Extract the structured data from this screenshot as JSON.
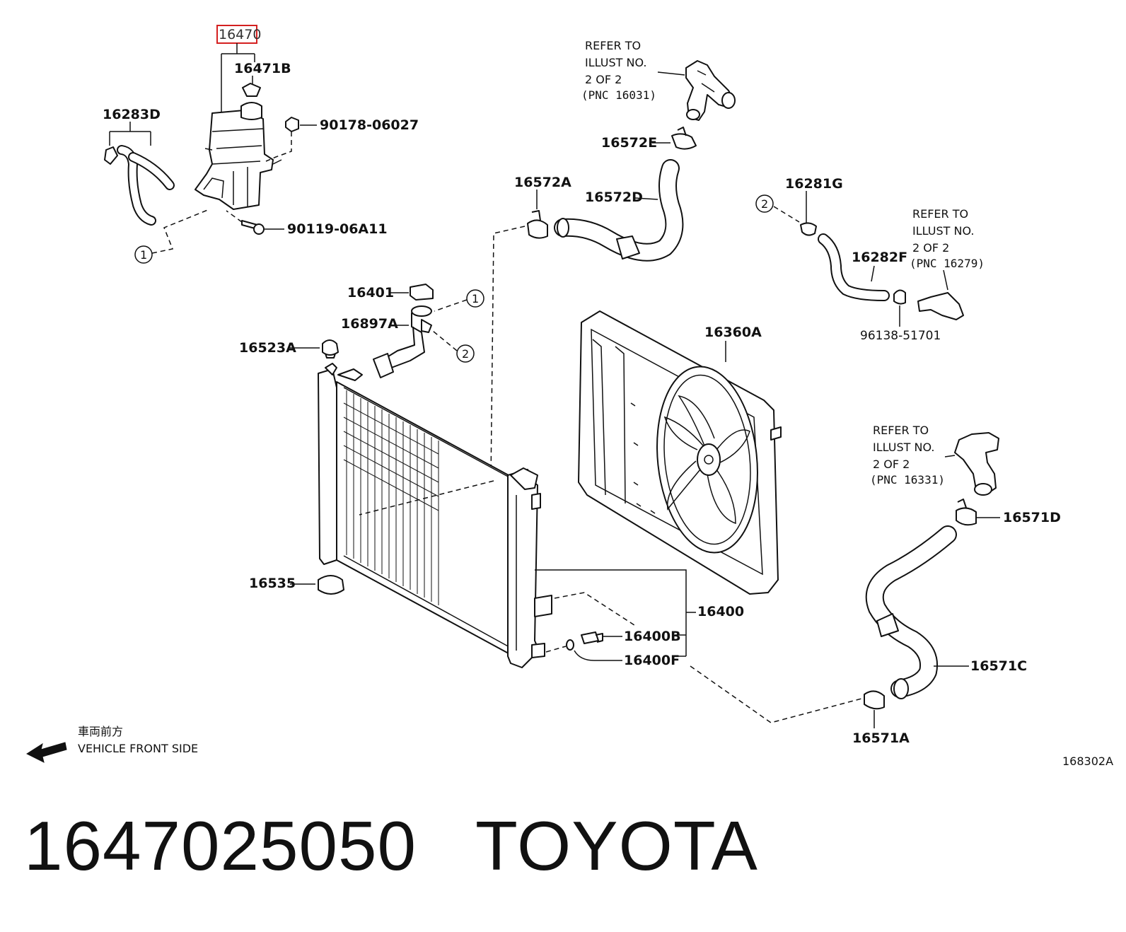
{
  "highlight_color": "#d42020",
  "parts": {
    "p16470": "16470",
    "p16471B": "16471B",
    "p16283D": "16283D",
    "p90178": "90178-06027",
    "p90119": "90119-06A11",
    "p16401": "16401",
    "p16897A": "16897A",
    "p16523A": "16523A",
    "p16535": "16535",
    "p16400": "16400",
    "p16400B": "16400B",
    "p16400F": "16400F",
    "p16572A": "16572A",
    "p16572D": "16572D",
    "p16572E": "16572E",
    "p16360A": "16360A",
    "p16281G": "16281G",
    "p16282F": "16282F",
    "p96138": "96138-51701",
    "p16571D": "16571D",
    "p16571C": "16571C",
    "p16571A": "16571A"
  },
  "circle_refs": {
    "one": "1",
    "two": "2"
  },
  "refer_notes": {
    "n1": [
      "REFER TO",
      "ILLUST NO.",
      "2 OF 2",
      "(PNC 16031)"
    ],
    "n2": [
      "REFER TO",
      "ILLUST NO.",
      "2 OF 2",
      "(PNC 16279)"
    ],
    "n3": [
      "REFER TO",
      "ILLUST NO.",
      "2 OF 2",
      "(PNC 16331)"
    ]
  },
  "direction": {
    "japanese": "車両前方",
    "english": "VEHICLE FRONT SIDE",
    "icon": "arrow-left-icon"
  },
  "diagram_code": "168302A",
  "footer": {
    "part_number": "1647025050",
    "brand": "TOYOTA"
  }
}
